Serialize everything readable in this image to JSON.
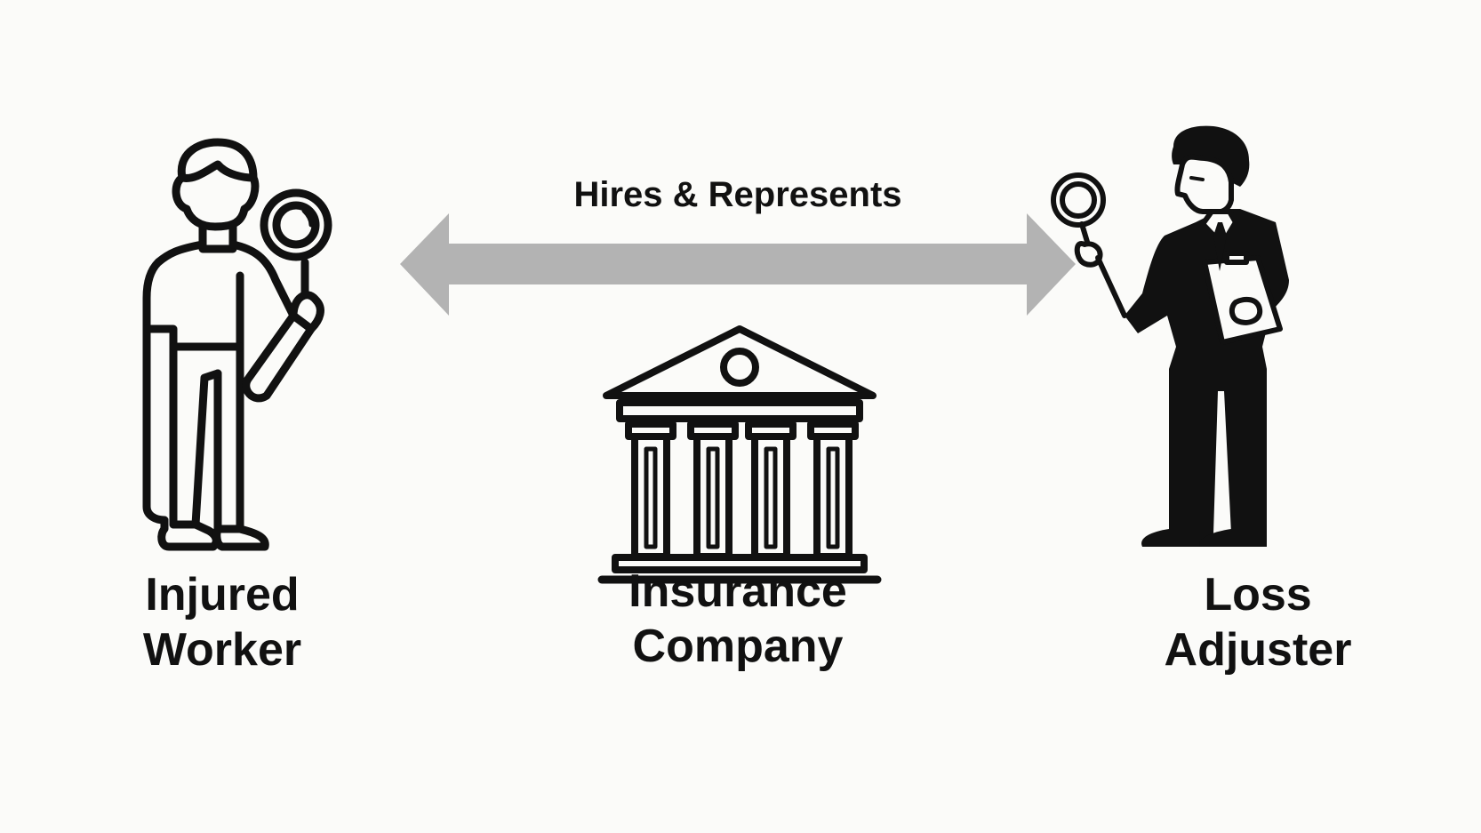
{
  "relation": {
    "label": "Hires & Represents"
  },
  "entities": {
    "worker": {
      "line1": "Injured",
      "line2": "Worker",
      "icon": "person-with-magnifier-icon"
    },
    "insurer": {
      "line1": "Insurance",
      "line2": "Company",
      "icon": "bank-building-icon"
    },
    "adjuster": {
      "line1": "Loss",
      "line2": "Adjuster",
      "icon": "businessman-with-magnifier-and-clipboard-icon"
    }
  },
  "colors": {
    "background": "#fbfbf9",
    "ink": "#111111",
    "arrow": "#b3b3b3"
  }
}
